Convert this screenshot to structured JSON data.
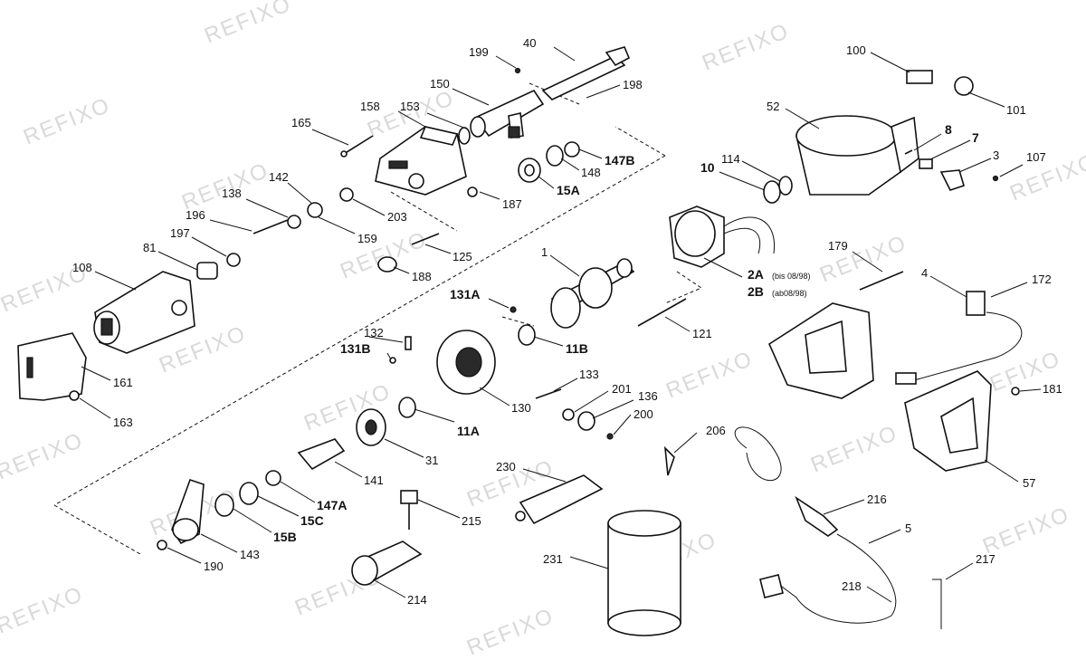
{
  "watermark": "REFIXO",
  "labels": {
    "p40": "40",
    "p199": "199",
    "p198": "198",
    "p150": "150",
    "p158": "158",
    "p153": "153",
    "p165": "165",
    "p147B": "147B",
    "p148": "148",
    "p15A": "15A",
    "p187": "187",
    "p142": "142",
    "p138": "138",
    "p196": "196",
    "p203": "203",
    "p159": "159",
    "p197": "197",
    "p81": "81",
    "p125": "125",
    "p188": "188",
    "p108": "108",
    "p100": "100",
    "p101": "101",
    "p52": "52",
    "p8": "8",
    "p7": "7",
    "p3": "3",
    "p107": "107",
    "p10": "10",
    "p114": "114",
    "p1": "1",
    "p2A": "2A",
    "p2A_note": "(bis 08/98)",
    "p2B": "2B",
    "p2B_note": "(ab08/98)",
    "p179": "179",
    "p4": "4",
    "p172": "172",
    "p131A": "131A",
    "p132": "132",
    "p131B": "131B",
    "p11B": "11B",
    "p121": "121",
    "p133": "133",
    "p201": "201",
    "p136": "136",
    "p200": "200",
    "p130": "130",
    "p11A": "11A",
    "p31": "31",
    "p181": "181",
    "p161": "161",
    "p163": "163",
    "p141": "141",
    "p206": "206",
    "p230": "230",
    "p147A": "147A",
    "p15C": "15C",
    "p15B": "15B",
    "p215": "215",
    "p216": "216",
    "p5": "5",
    "p57": "57",
    "p190": "190",
    "p143": "143",
    "p231": "231",
    "p217": "217",
    "p218": "218",
    "p214": "214"
  }
}
